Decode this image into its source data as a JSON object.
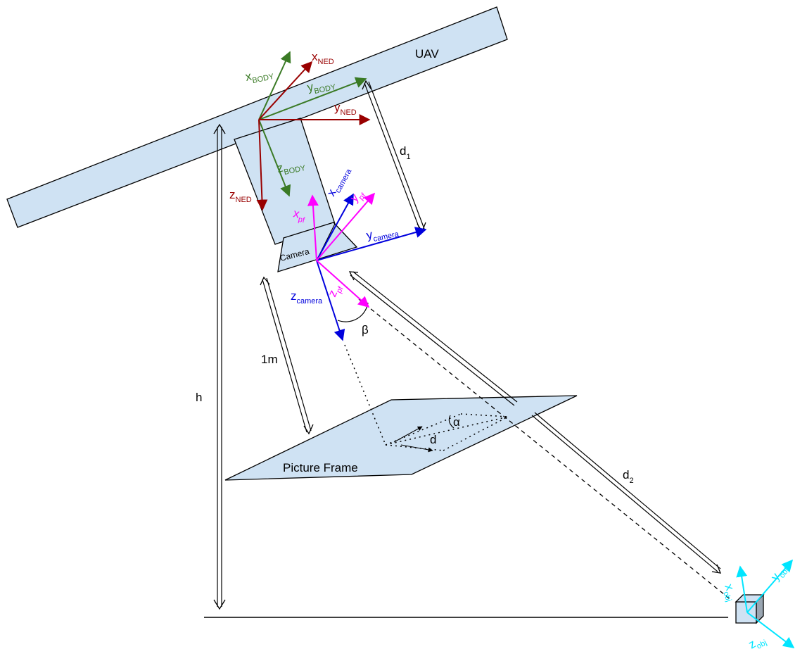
{
  "colors": {
    "body": "#3a7a25",
    "ned": "#990000",
    "camera": "#0000dd",
    "pf": "#ff00ff",
    "obj": "#00e5ff",
    "fill": "#cfe2f3",
    "stroke": "#000000"
  },
  "labels": {
    "uav": "UAV",
    "camera": "Camera",
    "picture_frame": "Picture Frame",
    "h": "h",
    "one_m": "1m",
    "d1_main": "d",
    "d1_sub": "1",
    "d2_main": "d",
    "d2_sub": "2",
    "beta": "β",
    "alpha": "α",
    "d": "d"
  },
  "axes": {
    "x_body": {
      "main": "x",
      "sub": "BODY"
    },
    "y_body": {
      "main": "y",
      "sub": "BODY"
    },
    "z_body": {
      "main": "z",
      "sub": "BODY"
    },
    "x_ned": {
      "main": "x",
      "sub": "NED"
    },
    "y_ned": {
      "main": "y",
      "sub": "NED"
    },
    "z_ned": {
      "main": "z",
      "sub": "NED"
    },
    "x_camera": {
      "main": "x",
      "sub": "camera"
    },
    "y_camera": {
      "main": "y",
      "sub": "camera"
    },
    "z_camera": {
      "main": "z",
      "sub": "camera"
    },
    "x_pf": {
      "main": "x",
      "sub": "pf"
    },
    "y_pf": {
      "main": "y",
      "sub": "pf"
    },
    "z_pf": {
      "main": "z",
      "sub": "pf"
    },
    "x_obj": {
      "main": "x",
      "sub": "obj"
    },
    "y_obj": {
      "main": "y",
      "sub": "obj"
    },
    "z_obj": {
      "main": "z",
      "sub": "obj"
    }
  }
}
